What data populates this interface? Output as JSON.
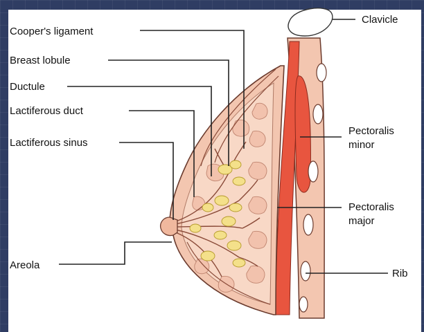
{
  "labels": {
    "coopers_ligament": "Cooper's ligament",
    "breast_lobule": "Breast lobule",
    "ductule": "Ductule",
    "lactiferous_duct": "Lactiferous duct",
    "lactiferous_sinus": "Lactiferous sinus",
    "areola": "Areola",
    "clavicle": "Clavicle",
    "pectoralis_minor_1": "Pectoralis",
    "pectoralis_minor_2": "minor",
    "pectoralis_major_1": "Pectoralis",
    "pectoralis_major_2": "major",
    "rib": "Rib"
  },
  "colors": {
    "background": "#2f3d63",
    "skin": "#f3c6b0",
    "tissue": "#f8d8c6",
    "muscle": "#e8553f",
    "lobule": "#f4e08a",
    "outline": "#6b3b2e"
  }
}
